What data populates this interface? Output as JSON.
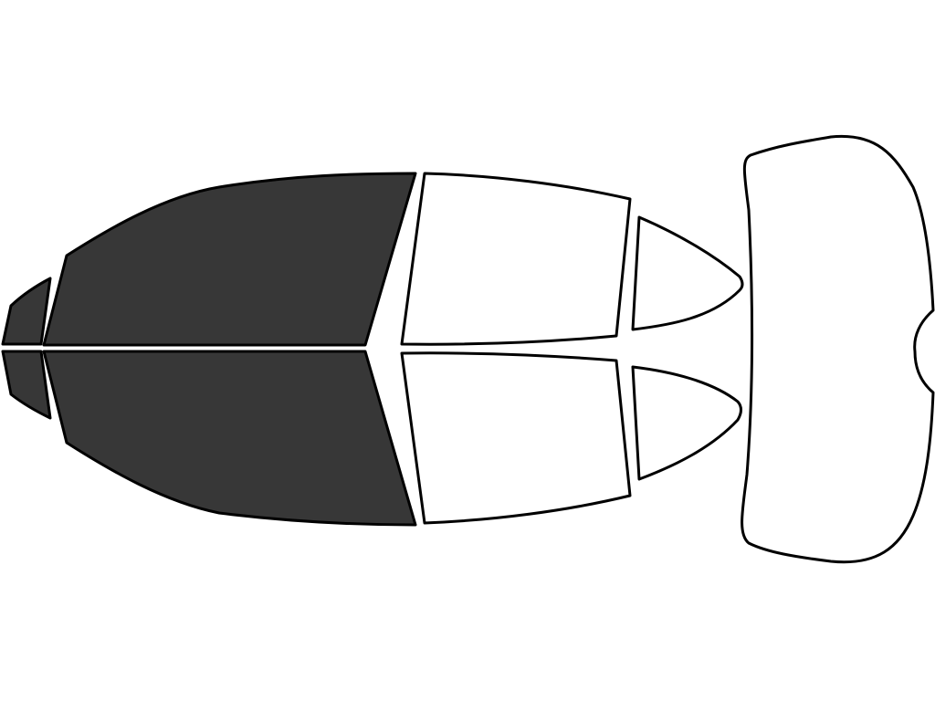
{
  "colors": {
    "tinted": "#373737",
    "clear": "#ffffff",
    "outline": "#000000",
    "background": "#ffffff"
  },
  "windows": [
    {
      "id": "front-vent-window-left",
      "tinted": true
    },
    {
      "id": "front-door-window-left",
      "tinted": true
    },
    {
      "id": "front-vent-window-right",
      "tinted": true
    },
    {
      "id": "front-door-window-right",
      "tinted": true
    },
    {
      "id": "rear-door-window-left",
      "tinted": false
    },
    {
      "id": "rear-door-window-right",
      "tinted": false
    },
    {
      "id": "rear-quarter-window-left",
      "tinted": false
    },
    {
      "id": "rear-quarter-window-right",
      "tinted": false
    },
    {
      "id": "rear-windshield",
      "tinted": false
    }
  ]
}
